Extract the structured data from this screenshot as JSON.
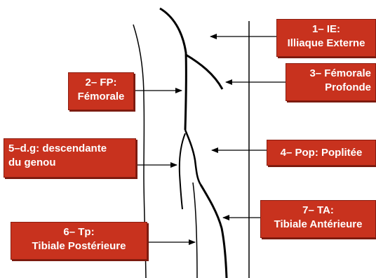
{
  "labels": [
    {
      "id": "box-1",
      "lines": [
        "1– IE:",
        "Illiaque Externe"
      ]
    },
    {
      "id": "box-2",
      "lines": [
        "2– FP:",
        "Fémorale"
      ]
    },
    {
      "id": "box-3",
      "lines": [
        "3– Fémorale",
        "Profonde"
      ]
    },
    {
      "id": "box-4",
      "lines": [
        "4– Pop: Poplitée"
      ]
    },
    {
      "id": "box-5",
      "lines": [
        "5–d.g: descendante",
        "du genou"
      ]
    },
    {
      "id": "box-6",
      "lines": [
        "6– Tp:",
        "Tibiale Postérieure"
      ]
    },
    {
      "id": "box-7",
      "lines": [
        "7– TA:",
        "Tibiale Antérieure"
      ]
    }
  ],
  "colors": {
    "box_fill": "#c8321e",
    "box_text": "#ffffff",
    "line": "#000000",
    "background": "#ffffff"
  }
}
